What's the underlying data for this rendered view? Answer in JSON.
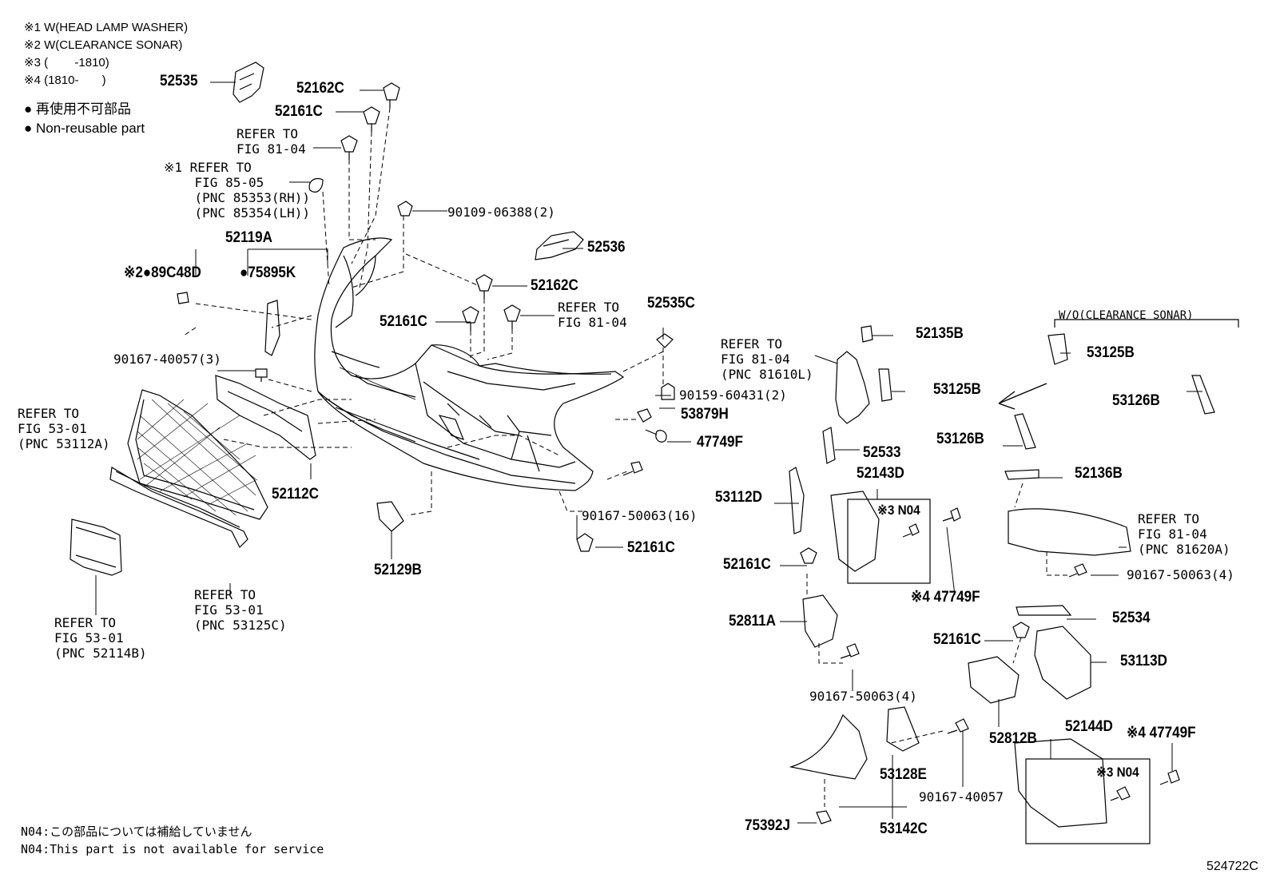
{
  "legend": {
    "line1": "※1 W(HEAD LAMP WASHER)",
    "line2": "※2 W(CLEARANCE SONAR)",
    "line3": "※3 (        -1810)",
    "line4": "※4 (1810-       )",
    "nonreusable_ja": "● 再使用不可部品",
    "nonreusable_en": "● Non-reusable part"
  },
  "labels": {
    "p52535": "52535",
    "p52162C_a": "52162C",
    "p52161C_a": "52161C",
    "ref_81_04_a": "REFER TO\nFIG 81-04",
    "ref_85_05": "※1 REFER TO\n    FIG 85-05\n    (PNC 85353(RH))\n    (PNC 85354(LH))",
    "p52119A": "52119A",
    "p89C48D": "※2●89C48D",
    "p75895K": "●75895K",
    "p90109": "90109-06388(2)",
    "p52536": "52536",
    "p52162C_b": "52162C",
    "p52161C_b": "52161C",
    "ref_81_04_b": "REFER TO\nFIG 81-04",
    "p52535C": "52535C",
    "p90167_40057_3": "90167-40057(3)",
    "ref_53_01_a": "REFER TO\nFIG 53-01\n(PNC 53112A)",
    "p52112C": "52112C",
    "p90159": "90159-60431(2)",
    "p53879H": "53879H",
    "p47749F_a": "47749F",
    "p90167_50063_16": "90167-50063(16)",
    "p52161C_c": "52161C",
    "p52129B": "52129B",
    "ref_53_01_b": "REFER TO\nFIG 53-01\n(PNC 53125C)",
    "ref_53_01_c": "REFER TO\nFIG 53-01\n(PNC 52114B)",
    "ref_81_04_c": "REFER TO\nFIG 81-04\n(PNC 81610L)",
    "p52135B": "52135B",
    "p53125B_a": "53125B",
    "wo_sonar": "W/O(CLEARANCE SONAR)",
    "p53125B_b": "53125B",
    "p53126B_b": "53126B",
    "p53126B_a": "53126B",
    "p52533": "52533",
    "p52143D": "52143D",
    "n04_a": "※3 N04",
    "p53112D": "53112D",
    "p52136B": "52136B",
    "ref_81_04_d": "REFER TO\nFIG 81-04\n(PNC 81620A)",
    "p90167_50063_4a": "90167-50063(4)",
    "p52161C_d": "52161C",
    "p47749F_b": "※4 47749F",
    "p52811A": "52811A",
    "p52534": "52534",
    "p52161C_e": "52161C",
    "p53113D": "53113D",
    "p90167_50063_4b": "90167-50063(4)",
    "p52812B": "52812B",
    "p52144D": "52144D",
    "p47749F_c": "※4 47749F",
    "n04_b": "※3 N04",
    "p53128E": "53128E",
    "p90167_40057": "90167-40057",
    "p75392J": "75392J",
    "p53142C": "53142C",
    "footer_ja": "N04:この部品については補給していません",
    "footer_en": "N04:This part is not available for service",
    "diagram_code": "524722C"
  }
}
